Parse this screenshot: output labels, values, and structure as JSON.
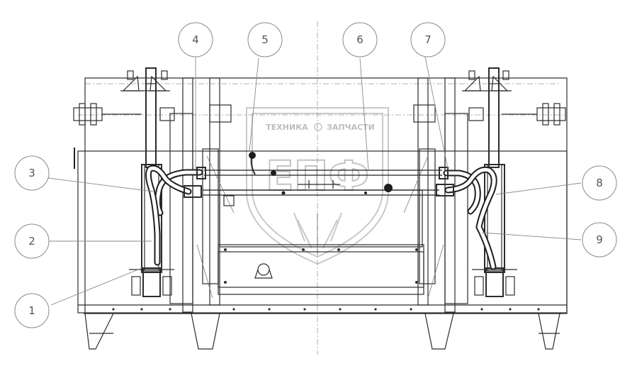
{
  "callouts": [
    {
      "label": "1"
    },
    {
      "label": "2"
    },
    {
      "label": "3"
    },
    {
      "label": "4"
    },
    {
      "label": "5"
    },
    {
      "label": "6"
    },
    {
      "label": "7"
    },
    {
      "label": "8"
    },
    {
      "label": "9"
    }
  ],
  "watermark": {
    "top_left_text": "ТЕХНИКА",
    "top_right_text": "ЗАПЧАСТИ",
    "emblem_text": "ЕПФ"
  }
}
